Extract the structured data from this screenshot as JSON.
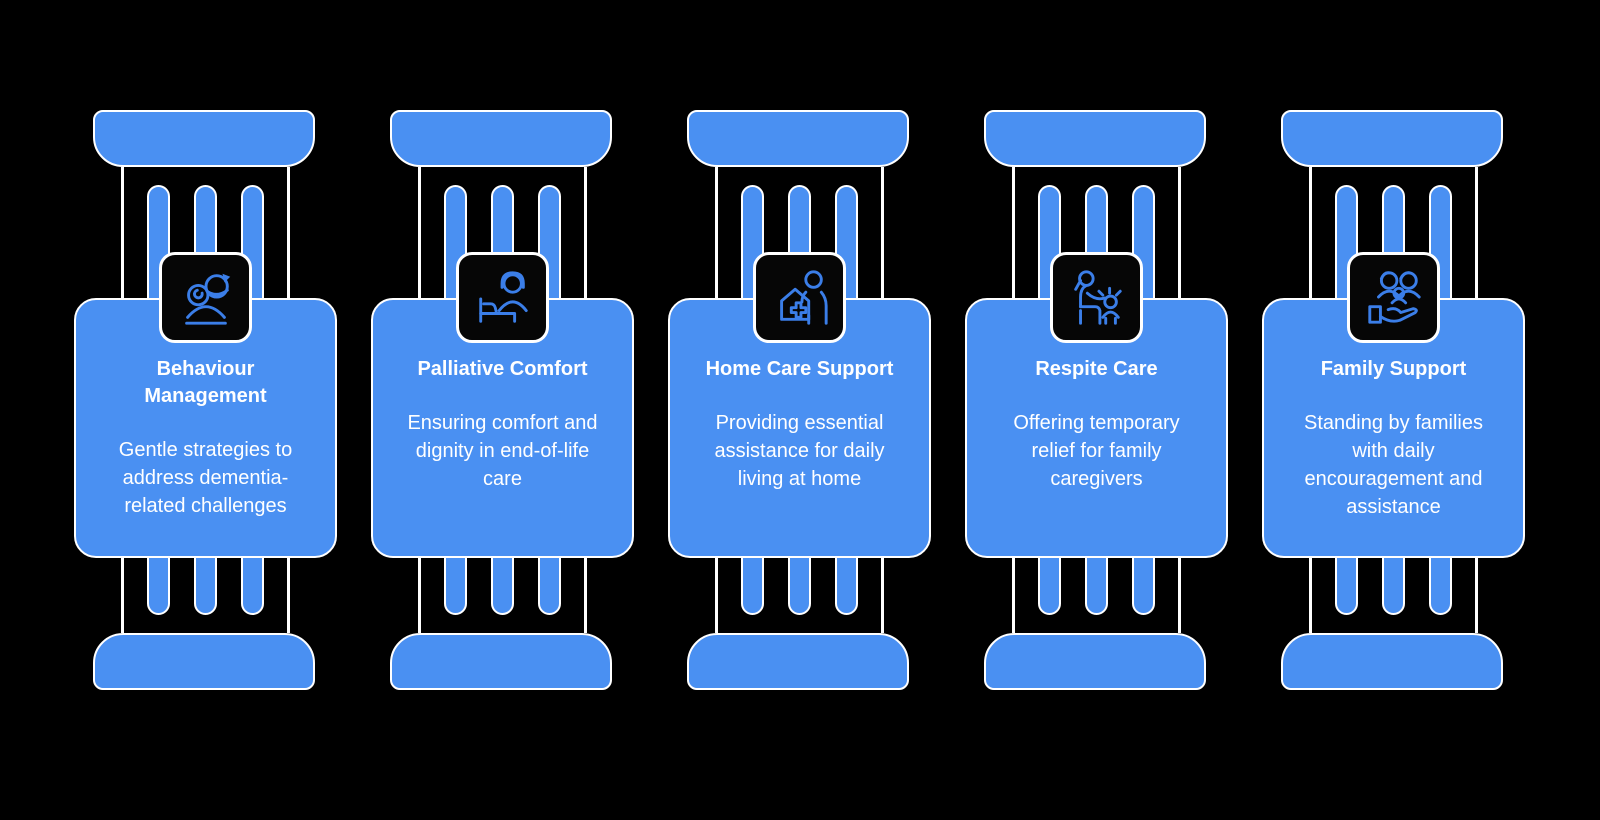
{
  "theme": {
    "background": "#000000",
    "pillar-blue": "#4a90f2",
    "icon-blue": "#3b7ee8",
    "badge-black": "#060606",
    "outline-white": "#ffffff",
    "text-white": "#ffffff"
  },
  "diagram": {
    "type": "pillar-infographic",
    "columns": [
      {
        "icon": "behaviour-management-icon",
        "title": "Behaviour\nManagement",
        "description": "Gentle strategies to address dementia-related challenges"
      },
      {
        "icon": "palliative-comfort-icon",
        "title": "Palliative Comfort",
        "description": "Ensuring comfort and dignity in end-of-life care"
      },
      {
        "icon": "home-care-support-icon",
        "title": "Home Care Support",
        "description": "Providing essential assistance for daily living at home"
      },
      {
        "icon": "respite-care-icon",
        "title": "Respite Care",
        "description": "Offering temporary relief for family caregivers"
      },
      {
        "icon": "family-support-icon",
        "title": "Family Support",
        "description": "Standing by families with daily encouragement and assistance"
      }
    ]
  }
}
